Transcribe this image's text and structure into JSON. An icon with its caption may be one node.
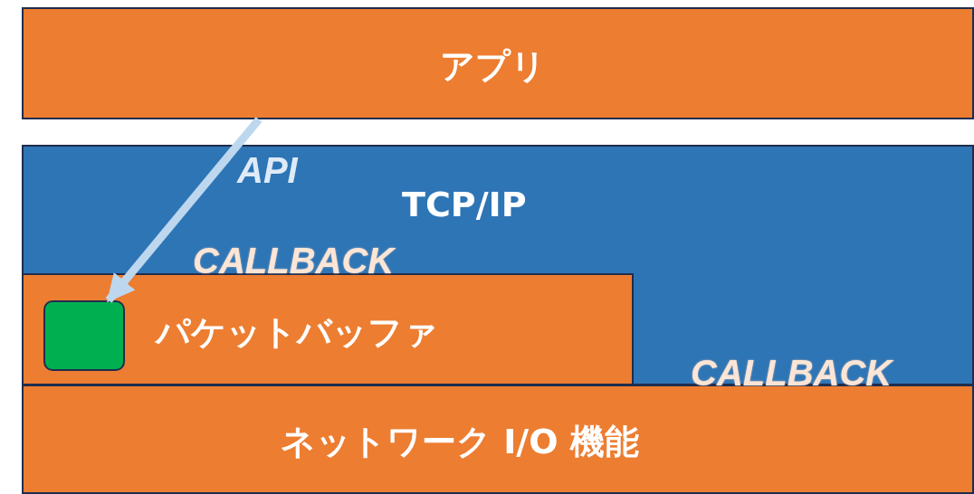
{
  "diagram": {
    "nodes": [
      {
        "text": [
          "アプリ"
        ]
      },
      {
        "text": [
          "TCP/IP"
        ]
      },
      {
        "text": [
          "パケットバッファ"
        ],
        "in": 1
      },
      {
        "text": [],
        "shape": "box",
        "in": 2
      },
      {
        "text": [
          "ネットワーク I/O 機能"
        ]
      }
    ],
    "edges": [
      {
        "from": 0,
        "to": 3,
        "arrow": "to",
        "label": "API",
        "color": "#bdd7ee"
      }
    ],
    "labels": [
      "CALLBACK",
      "CALLBACK"
    ]
  }
}
